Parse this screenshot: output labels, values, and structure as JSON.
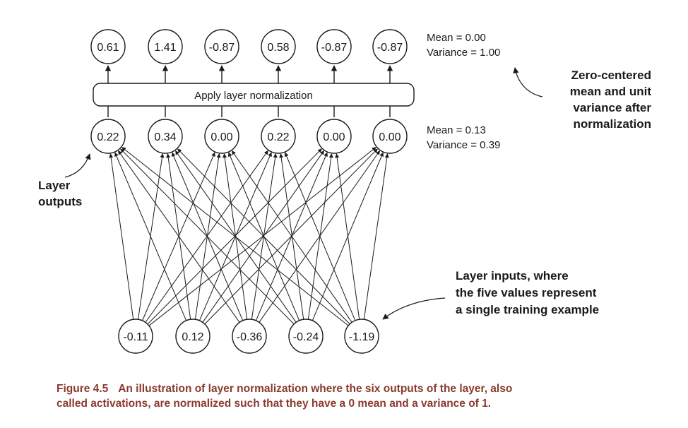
{
  "top_values": [
    "0.61",
    "1.41",
    "-0.87",
    "0.58",
    "-0.87",
    "-0.87"
  ],
  "layer_outputs": [
    "0.22",
    "0.34",
    "0.00",
    "0.22",
    "0.00",
    "0.00"
  ],
  "layer_inputs": [
    "-0.11",
    "0.12",
    "-0.36",
    "-0.24",
    "-1.19"
  ],
  "layer_norm_label": "Apply layer normalization",
  "stats_after": {
    "mean": "Mean = 0.00",
    "variance": "Variance = 1.00"
  },
  "stats_before": {
    "mean": "Mean = 0.13",
    "variance": "Variance = 0.39"
  },
  "callouts": {
    "zero_centered": [
      "Zero-centered",
      "mean and unit",
      "variance after",
      "normalization"
    ],
    "layer_outputs": [
      "Layer",
      "outputs"
    ],
    "layer_inputs": [
      "Layer inputs, where",
      "the five values represent",
      "a single training example"
    ]
  },
  "caption": {
    "label": "Figure 4.5",
    "line1": "An illustration of layer normalization where the six outputs of the layer, also",
    "line2": "called activations, are normalized such that they have a 0 mean and a variance of 1."
  },
  "colors": {
    "caption": "#8a3a2e",
    "stroke": "#1a1a1a"
  }
}
